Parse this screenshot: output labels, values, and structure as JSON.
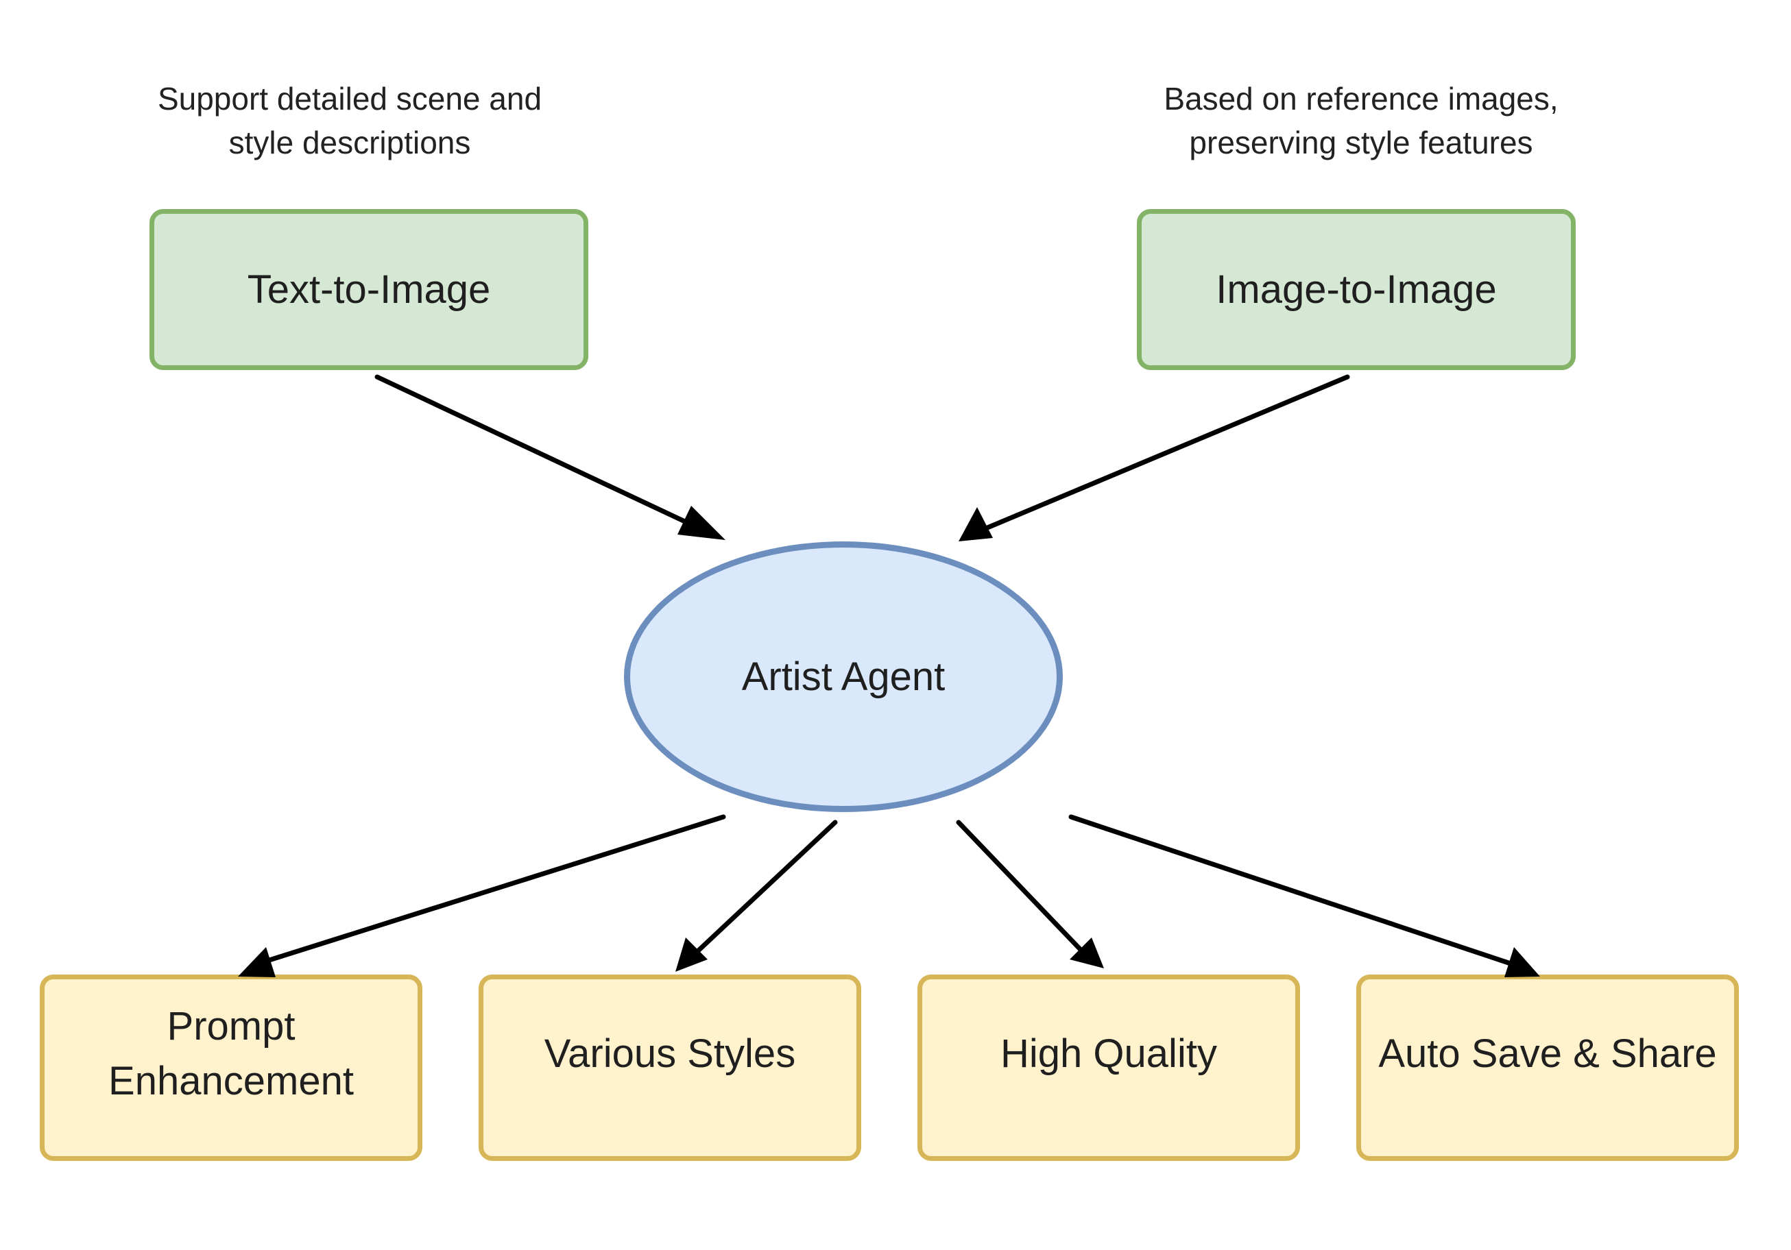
{
  "notes": {
    "text_to_image_line1": "Support detailed scene and",
    "text_to_image_line2": "style descriptions",
    "image_to_image_line1": "Based on reference images,",
    "image_to_image_line2": "preserving style features"
  },
  "inputs": {
    "text_to_image": "Text-to-Image",
    "image_to_image": "Image-to-Image"
  },
  "center": {
    "label": "Artist Agent"
  },
  "outputs": {
    "prompt_enhancement_line1": "Prompt",
    "prompt_enhancement_line2": "Enhancement",
    "various_styles": "Various Styles",
    "high_quality": "High Quality",
    "auto_save_share": "Auto Save & Share"
  },
  "colors": {
    "input_fill": "#d5e8d4",
    "input_border": "#82b366",
    "center_fill": "#dae8fc",
    "center_border": "#6c8ebf",
    "output_fill": "#fff2cc",
    "output_border": "#d6b656",
    "arrow": "#000000"
  }
}
